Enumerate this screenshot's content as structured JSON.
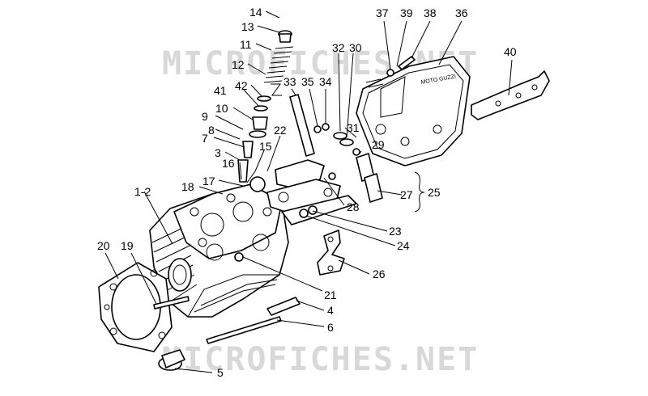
{
  "watermark": "MICROFICHES.NET",
  "brand_on_cover": "MOTO GUZZI",
  "callouts": [
    "14",
    "13",
    "11",
    "12",
    "42",
    "41",
    "10",
    "9",
    "8",
    "7",
    "3",
    "16",
    "17",
    "18",
    "1-2",
    "20",
    "19",
    "15",
    "22",
    "33",
    "35",
    "34",
    "32",
    "30",
    "37",
    "39",
    "38",
    "36",
    "40",
    "31",
    "29",
    "27",
    "25",
    "28",
    "23",
    "24",
    "26",
    "21",
    "4",
    "6",
    "5"
  ]
}
